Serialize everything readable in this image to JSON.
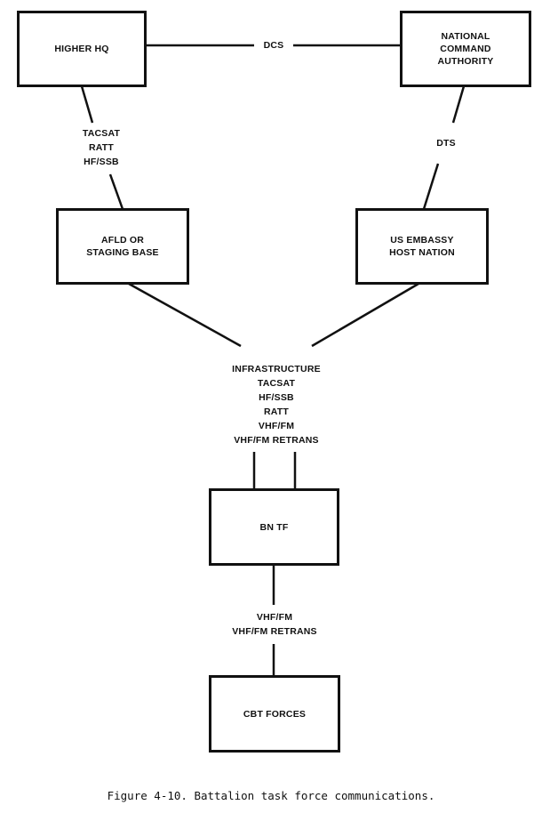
{
  "nodes": {
    "higher_hq": "HIGHER HQ",
    "national_command_authority": "NATIONAL\nCOMMAND\nAUTHORITY",
    "afld_staging_base": "AFLD OR\nSTAGING BASE",
    "us_embassy_host_nation": "US EMBASSY\nHOST NATION",
    "bn_tf": "BN TF",
    "cbt_forces": "CBT FORCES"
  },
  "links": {
    "hq_to_nca": "DCS",
    "hq_to_afld": "TACSAT\nRATT\nHF/SSB",
    "nca_to_embassy": "DTS",
    "hub_to_bntf": "INFRASTRUCTURE\nTACSAT\nHF/SSB\nRATT\nVHF/FM\nVHF/FM RETRANS",
    "bntf_to_cbt": "VHF/FM\nVHF/FM RETRANS"
  },
  "caption": "Figure 4-10. Battalion task force communications."
}
